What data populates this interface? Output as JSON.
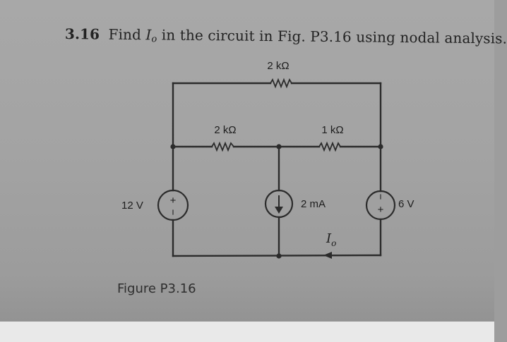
{
  "problem": {
    "number": "3.16",
    "text_before": "Find",
    "variable": "I",
    "variable_sub": "o",
    "text_after": "in the circuit in Fig. P3.16 using nodal analysis."
  },
  "labels": {
    "r_top": "2 kΩ",
    "r_mid_left": "2 kΩ",
    "r_mid_right": "1 kΩ",
    "v_left": "12 V",
    "current_source": "2 mA",
    "v_right": "6 V",
    "io": "I",
    "io_sub": "o",
    "plus": "+",
    "minus": "−"
  },
  "caption": "Figure P3.16"
}
